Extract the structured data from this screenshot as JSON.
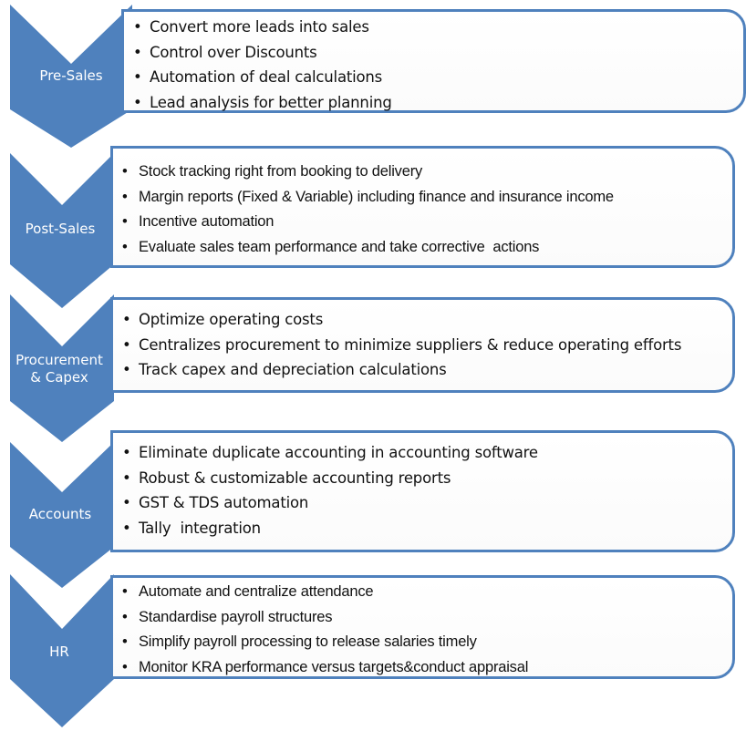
{
  "diagram": {
    "accent_color": "#4f81bd",
    "stages": [
      {
        "label": "Pre-Sales",
        "items": [
          "Convert more leads into sales",
          "Control over Discounts",
          "Automation of deal calculations",
          "Lead analysis for better planning"
        ]
      },
      {
        "label": "Post-Sales",
        "items": [
          "Stock tracking right from booking to delivery",
          "Margin reports (Fixed & Variable) including finance and insurance income",
          "Incentive automation",
          "Evaluate sales team performance and take corrective  actions"
        ]
      },
      {
        "label": "Procurement\n& Capex",
        "items": [
          "Optimize operating costs",
          "Centralizes procurement to minimize suppliers & reduce operating efforts",
          "Track capex and depreciation calculations"
        ]
      },
      {
        "label": "Accounts",
        "items": [
          "Eliminate duplicate accounting in accounting software",
          "Robust & customizable accounting reports",
          "GST & TDS automation",
          "Tally  integration"
        ]
      },
      {
        "label": "HR",
        "items": [
          "Automate and centralize attendance",
          "Standardise payroll structures",
          "Simplify payroll processing to release salaries timely",
          "Monitor KRA performance versus targets&conduct appraisal"
        ]
      }
    ]
  }
}
